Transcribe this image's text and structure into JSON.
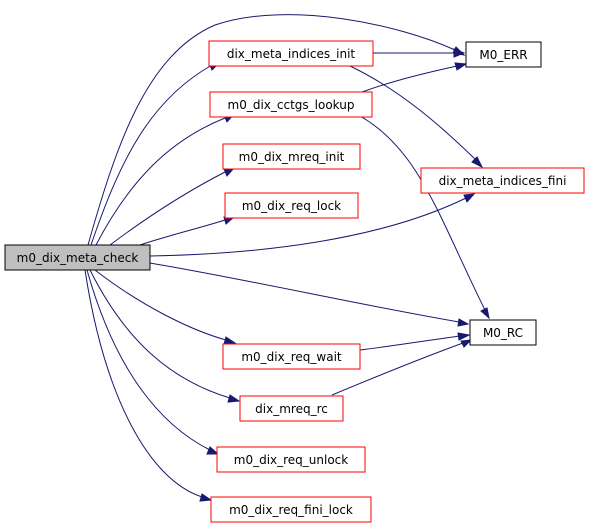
{
  "graph": {
    "colors": {
      "root_fill": "#bfbfbf",
      "root_border": "#000000",
      "linked_border": "#ff0000",
      "plain_border": "#000000",
      "edge": "#191970"
    },
    "nodes": {
      "root": "m0_dix_meta_check",
      "indices_init": "dix_meta_indices_init",
      "cctgs_lookup": "m0_dix_cctgs_lookup",
      "mreq_init": "m0_dix_mreq_init",
      "req_lock": "m0_dix_req_lock",
      "req_wait": "m0_dix_req_wait",
      "mreq_rc": "dix_mreq_rc",
      "req_unlock": "m0_dix_req_unlock",
      "req_fini_lock": "m0_dix_req_fini_lock",
      "indices_fini": "dix_meta_indices_fini",
      "err": "M0_ERR",
      "rc": "M0_RC"
    },
    "edges": [
      [
        "root",
        "err"
      ],
      [
        "root",
        "indices_init"
      ],
      [
        "root",
        "cctgs_lookup"
      ],
      [
        "root",
        "mreq_init"
      ],
      [
        "root",
        "req_lock"
      ],
      [
        "root",
        "indices_fini"
      ],
      [
        "root",
        "rc"
      ],
      [
        "root",
        "req_wait"
      ],
      [
        "root",
        "mreq_rc"
      ],
      [
        "root",
        "req_unlock"
      ],
      [
        "root",
        "req_fini_lock"
      ],
      [
        "indices_init",
        "err"
      ],
      [
        "indices_init",
        "indices_fini"
      ],
      [
        "cctgs_lookup",
        "err"
      ],
      [
        "cctgs_lookup",
        "rc"
      ],
      [
        "req_wait",
        "rc"
      ],
      [
        "mreq_rc",
        "rc"
      ]
    ]
  }
}
